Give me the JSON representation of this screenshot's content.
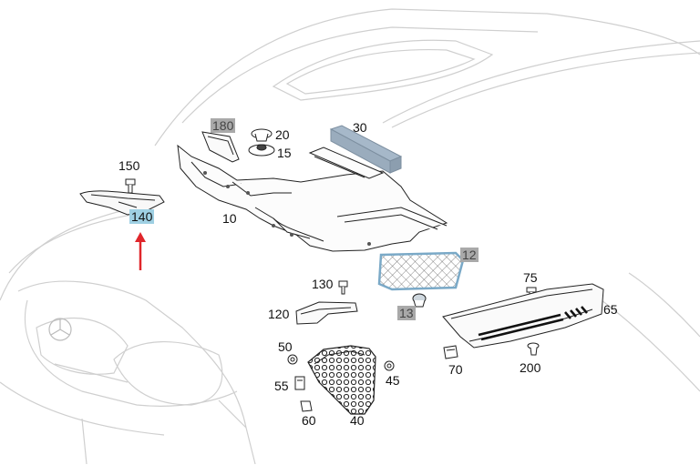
{
  "diagram": {
    "labels": {
      "p180": "180",
      "p20": "20",
      "p15": "15",
      "p30": "30",
      "p150": "150",
      "p140": "140",
      "p10": "10",
      "p12": "12",
      "p130": "130",
      "p13": "13",
      "p120": "120",
      "p75": "75",
      "p65": "65",
      "p50": "50",
      "p55": "55",
      "p60": "60",
      "p40": "40",
      "p45": "45",
      "p70": "70",
      "p200": "200"
    },
    "colors": {
      "highlight_grey": "#a9a9a9",
      "highlight_blue": "#9fd0e3",
      "arrow_red": "#e0262b",
      "car_outline": "#cccccc",
      "part_outline": "#222222",
      "part_30_fill": "#9fb2c4"
    }
  }
}
